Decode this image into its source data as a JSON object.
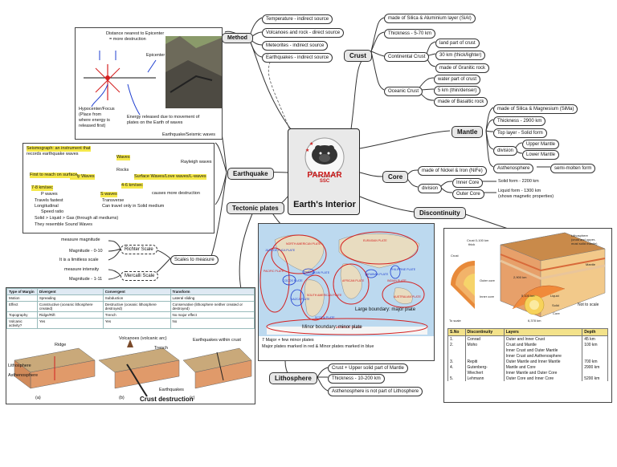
{
  "center": {
    "title": "Earth's Interior",
    "logo_main": "PARMAR",
    "logo_sub": "SSC"
  },
  "method": {
    "label": "Method",
    "items": [
      "Temperature - indirect source",
      "Volcanoes and rock - direct source",
      "Meteorites - indirect source",
      "Earthquakes - indirect source"
    ]
  },
  "crust": {
    "label": "Crust",
    "made_of": "made of Silica & Aluminium layer (SiAl)",
    "thickness": "Thickness - 5-70 km",
    "continental": {
      "label": "Continental Crust",
      "items": [
        "land part of crust",
        "30 km (thick/lighter)",
        "made of Granitic rock"
      ]
    },
    "oceanic": {
      "label": "Oceanic Crust",
      "items": [
        "water part of crust",
        "5 km (thin/denser)",
        "made of Basaltic rock"
      ]
    }
  },
  "mantle": {
    "label": "Mantle",
    "made_of": "made of Silica & Magnesium (SiMa)",
    "thickness": "Thickness - 2900 km",
    "top_layer": "Top layer - Solid form",
    "division_label": "division",
    "divisions": [
      "Upper Mantle",
      "Lower Mantle"
    ],
    "astheno_label": "Asthenosphere",
    "astheno_note": "semi-molten form"
  },
  "core": {
    "label": "Core",
    "made_of": "made of Nickel & Iron (NiFe)",
    "division_label": "division",
    "inner": "Inner Core",
    "inner_note": "Solid form - 2200 km",
    "outer": "Outer Core",
    "outer_note": "Liquid form - 1300 km",
    "outer_note2": "(shows magnetic properties)"
  },
  "discontinuity": {
    "label": "Discontinuity",
    "headers": [
      "S.No",
      "Discontinuity",
      "Layers",
      "Depth"
    ],
    "rows": [
      [
        "1.",
        "Conrad",
        "Outer and Inner Crust",
        "45 km"
      ],
      [
        "2.",
        "Moho",
        "Crust and Mantle",
        "100 km"
      ],
      [
        "",
        "",
        "Inner Crust and Outer Mantle",
        ""
      ],
      [
        "",
        "",
        "Inner Crust and Asthenosphere",
        ""
      ],
      [
        "3.",
        "Repiti",
        "Outer Mantle and Inner Mantle",
        "700 km"
      ],
      [
        "4.",
        "Gutenberg-",
        "Mantle and Core",
        "2900 km"
      ],
      [
        "",
        "Wiechert",
        "Inner Mantle and Outer Core",
        ""
      ],
      [
        "5.",
        "Lehmann",
        "Outer Core and Inner Core",
        "5200 km"
      ]
    ],
    "diagram_labels": [
      "Crust 0-100 km thick",
      "Lithosphere (crust and uppermost solid mantle)",
      "Mantle",
      "Crust",
      "2,900 km",
      "Outer core",
      "Inner core",
      "Liquid",
      "Solid",
      "Core",
      "5,100 km",
      "6,378 km",
      "Not to scale",
      "To scale"
    ]
  },
  "earthquake": {
    "label": "Earthquake",
    "epicenter_notes": [
      "Distance nearest to Epicenter",
      "= more destruction",
      "Epicenter",
      "Hypocenter/Focus",
      "(Place from",
      "where energy is",
      "released first)",
      "Energy released due to movement of",
      "plates on the Earth of waves",
      "Earthquake/Seismic waves"
    ],
    "seismo": [
      "Seismograph: an instrument that",
      "records earthquake waves"
    ],
    "waves_tree": [
      "Waves",
      "Rocks",
      "Body Waves",
      "Surface Waves/Love waves/L-waves",
      "Rayleigh waves",
      "P waves",
      "S waves",
      "4-6 km/sec",
      "causes more destruction",
      "First to reach on surface",
      "7-8 km/sec",
      "Travels fastest",
      "Longitudinal",
      "Speed ratio",
      "Transverse",
      "Can travel only in Solid medium",
      "Solid > Liquid > Gas (through all mediums)",
      "They resemble Sound Waves"
    ],
    "scales_label": "Scales to measure",
    "richter": {
      "label": "Richter Scale",
      "top": "measure magnitude",
      "mid": "Magnitude - 0-10",
      "bottom": "It is a limitless scale"
    },
    "mercalli": {
      "label": "Mercalli Scale",
      "top": "measure intensity",
      "bottom": "Magnitude - 1-11"
    }
  },
  "tectonic": {
    "label": "Tectonic plates",
    "map_note1": "Large boundary: major plate",
    "map_note2": "Minor boundary: minor plate",
    "summary1": "7 Major + few minor plates",
    "summary2": "Major plates marked in red  & Minor plates marked in blue",
    "plate_labels": [
      "NORTH AMERICAN PLATE",
      "EURASIAN PLATE",
      "PACIFIC PLATE",
      "AFRICAN PLATE",
      "SOUTH AMERICAN PLATE",
      "INDIAN PLATE",
      "AUSTRALIAN PLATE",
      "ANTARCTIC PLATE",
      "NAZCA PLATE",
      "COCOS PLATE",
      "PHILIPPINE PLATE",
      "ARABIAN PLATE",
      "CARIBBEAN PLATE",
      "JUAN DE FUCA PLATE",
      "SCOTIA PLATE"
    ],
    "margins_table": {
      "headers": [
        "Type of Margin",
        "Divergent",
        "Convergent",
        "Transform"
      ],
      "rows": [
        [
          "Motion",
          "Spreading",
          "Subduction",
          "Lateral sliding"
        ],
        [
          "Effect",
          "Constructive (oceanic lithosphere created)",
          "Destructive (oceanic lithosphere destroyed)",
          "Conservative (lithosphere neither created or destroyed)"
        ],
        [
          "Topography",
          "Ridge/Rift",
          "Trench",
          "No major effect"
        ],
        [
          "Volcanic activity?",
          "Yes",
          "Yes",
          "No"
        ]
      ]
    },
    "margin_diagram_labels": [
      "Ridge",
      "Volcanoes (volcanic arc)",
      "Trench",
      "Earthquakes within crust",
      "Lithosphere",
      "Asthenosphere",
      "Earthquakes",
      "(a)",
      "(b)",
      "(c)"
    ],
    "crust_destruction": "Crust destruction"
  },
  "lithosphere": {
    "label": "Lithosphere",
    "items": [
      "Crust + Upper solid part of Mantle",
      "Thickness - 10-200 km",
      "Asthenosphere is not part of Lithosphere"
    ]
  },
  "colors": {
    "accent_red": "#d42020",
    "accent_blue": "#1f3fd0",
    "highlight": "#f5e84a",
    "node_grey": "#e8e8e8"
  }
}
